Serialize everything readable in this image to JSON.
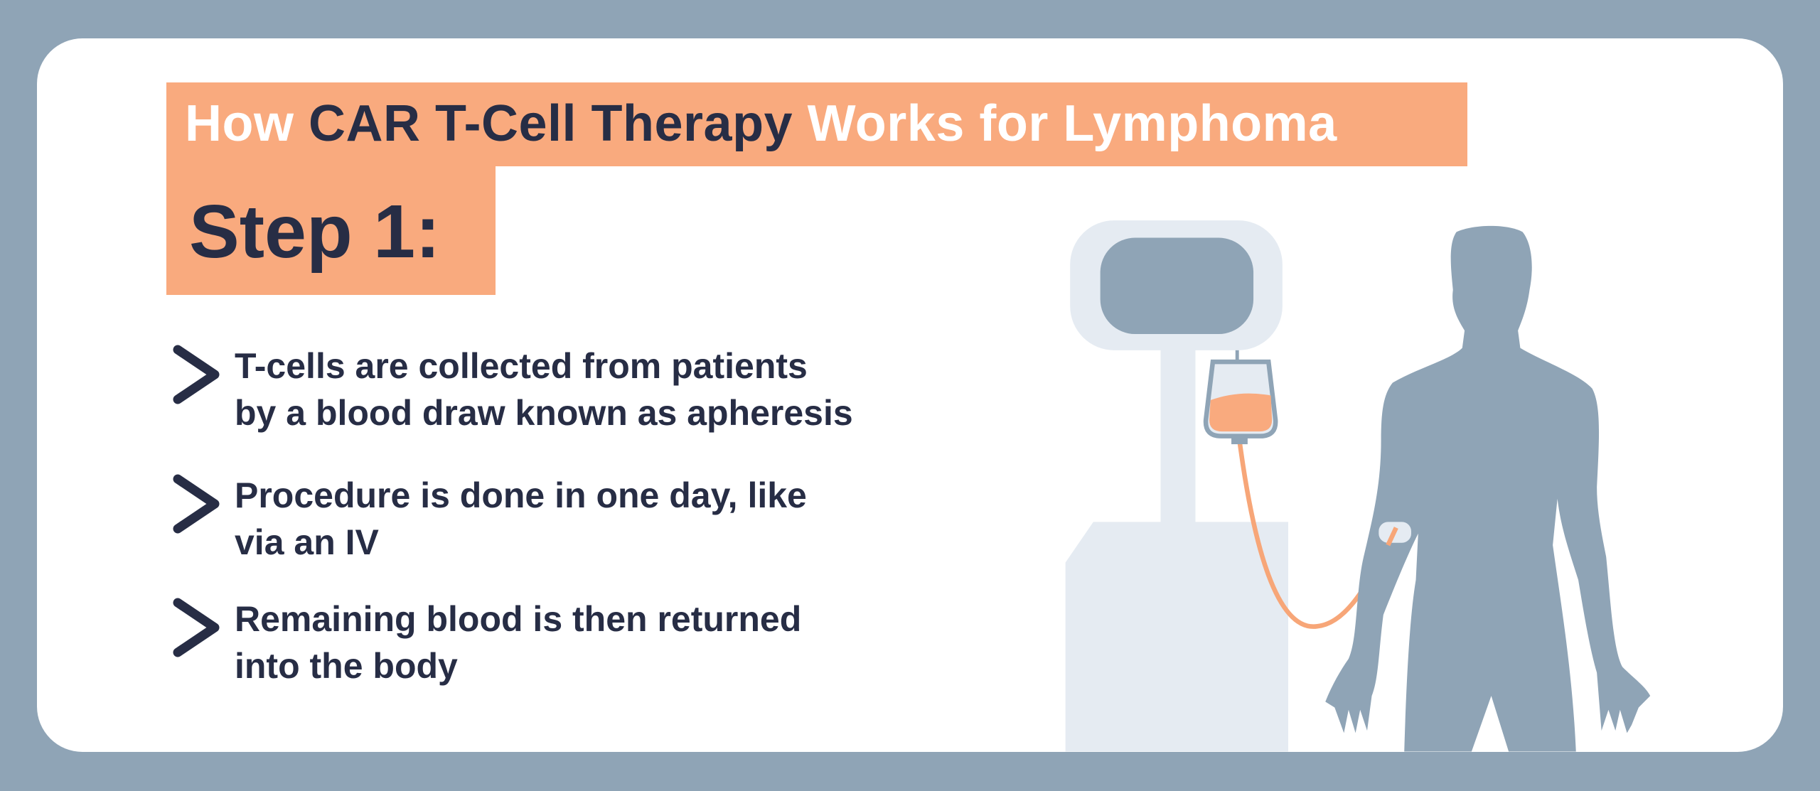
{
  "header": {
    "title_part1": "How ",
    "title_part2": "CAR T-Cell Therapy",
    "title_part3": " Works for Lymphoma",
    "step_label": "Step 1:"
  },
  "bullets": [
    {
      "line1": "T-cells are collected from patients",
      "line2": "by a blood draw known as apheresis"
    },
    {
      "line1": "Procedure is done in one day, like",
      "line2": "via an IV"
    },
    {
      "line1": "Remaining blood is then returned",
      "line2": "into the body"
    }
  ],
  "colors": {
    "background": "#8fa4b6",
    "accent_orange": "#f9aa7e",
    "text_dark": "#272d45",
    "machine_light": "#e5ebf2",
    "silhouette": "#8fa4b6"
  },
  "icons": [
    "chevron-right-icon",
    "apheresis-machine-illustration",
    "blood-bag-icon",
    "patient-silhouette"
  ]
}
